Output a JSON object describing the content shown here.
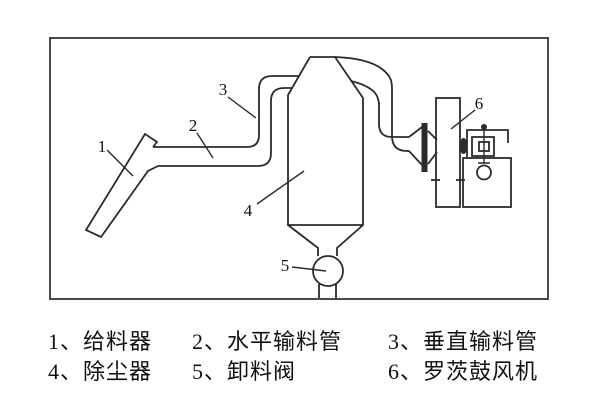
{
  "parts": [
    {
      "number": "1",
      "name": "给料器"
    },
    {
      "number": "2",
      "name": "水平输料管"
    },
    {
      "number": "3",
      "name": "垂直输料管"
    },
    {
      "number": "4",
      "name": "除尘器"
    },
    {
      "number": "5",
      "name": "卸料阀"
    },
    {
      "number": "6",
      "name": "罗茨鼓风机"
    }
  ],
  "legend": {
    "separator": "、"
  },
  "diagram": {
    "type": "schematic",
    "description_elements": [
      "feeder-chute",
      "horizontal-pipe",
      "vertical-pipe",
      "dust-collector",
      "discharge-valve",
      "roots-blower"
    ]
  },
  "colors": {
    "line": "#2b2b2b",
    "border": "#4a4a4a",
    "background": "#ffffff",
    "text": "#111111"
  }
}
